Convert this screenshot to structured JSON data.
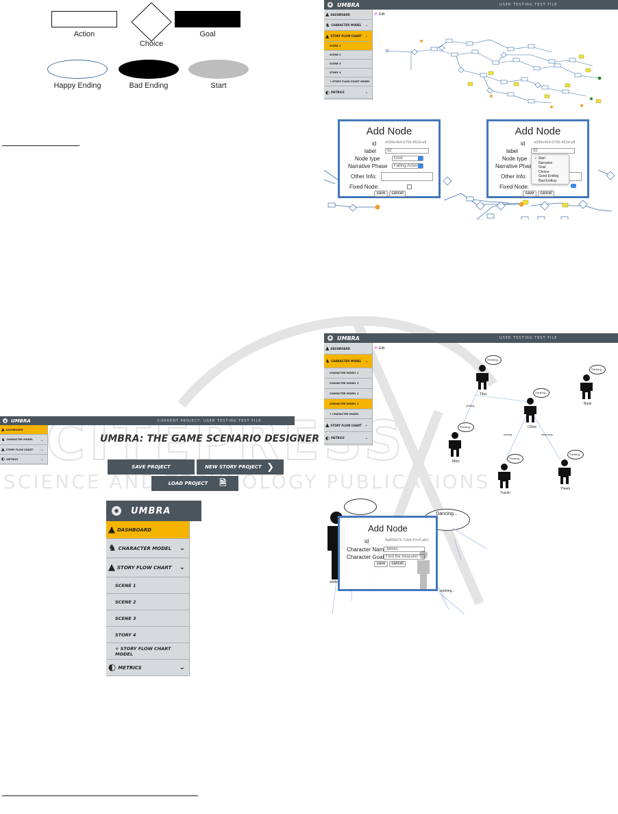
{
  "legend": {
    "action": "Action",
    "choice": "Choice",
    "goal": "Goal",
    "happy": "Happy Ending",
    "bad": "Bad Ending",
    "start": "Start"
  },
  "brand": "UMBRA",
  "colors": {
    "header": "#4b555d",
    "sidebar": "#d6dadd",
    "active": "#f5b400",
    "dialogBorder": "#4477bb"
  },
  "tr": {
    "title": "USER TESTING TEST FILE",
    "edit": "Edit",
    "sidebar": [
      "DASHBOARD",
      "CHARACTER MODEL",
      "STORY FLOW CHART",
      "SCENE 1",
      "SCENE 2",
      "SCENE 3",
      "STORY 4",
      "+ STORY FLOW CHART MODEL",
      "METRICS"
    ],
    "dialogs": [
      {
        "title": "Add Node",
        "id_label": "id",
        "id_value": "e099e464-6756-452d-afl",
        "label_label": "label",
        "label_value": "92",
        "type_label": "Node type",
        "type_value": "Goal",
        "phase_label": "Narrative Phase",
        "phase_value": "Falling Action",
        "other_label": "Other Info:",
        "fixed_label": "Fixed Node:",
        "save": "save",
        "cancel": "cancel"
      },
      {
        "title": "Add Node",
        "id_label": "id",
        "id_value": "e099e464-6756-452d-afl",
        "label_label": "label",
        "label_value": "92",
        "type_label": "Node type",
        "phase_label": "Narrative Phase",
        "other_label": "Other Info:",
        "fixed_label": "Fixed Node:",
        "save": "save",
        "cancel": "cancel",
        "options": [
          "Start",
          "Narrative",
          "Goal",
          "Choice",
          "Good Ending",
          "Bad Ending"
        ]
      }
    ]
  },
  "dash": {
    "current": "CURRENT PROJECT: USER TESTING TEST FILE",
    "heading": "UMBRA: THE GAME SCENARIO DESIGNER",
    "sidebar": [
      "DASHBOARD",
      "CHARACTER MODEL",
      "STORY FLOW CHART",
      "METRICS"
    ],
    "save": "SAVE PROJECT",
    "newp": "NEW STORY PROJECT",
    "load": "LOAD PROJECT"
  },
  "menu": {
    "items": [
      "DASHBOARD",
      "CHARACTER MODEL",
      "STORY FLOW CHART",
      "SCENE 1",
      "SCENE 2",
      "SCENE 3",
      "STORY 4",
      "+ STORY FLOW CHART MODEL",
      "METRICS"
    ]
  },
  "cm": {
    "title": "USER TESTING TEST FILE",
    "edit": "Edit",
    "sidebar": [
      "DASHBOARD",
      "CHARACTER MODEL",
      "CHARACTER MODEL 1",
      "CHARACTER MODEL 3",
      "CHARACTER MODEL 4",
      "CHARACTER MODEL 5",
      "+ CHARACTER MODEL",
      "STORY FLOW CHART",
      "METRICS"
    ],
    "chars": [
      {
        "name": "Titus",
        "bubble": "Thinking..."
      },
      {
        "name": "Chloe",
        "bubble": "Thinking..."
      },
      {
        "name": "Bumi",
        "bubble": "Thinking..."
      },
      {
        "name": "Mary",
        "bubble": "Thinking..."
      },
      {
        "name": "Yuzuki",
        "bubble": "Thinking..."
      },
      {
        "name": "Yheeli",
        "bubble": "Thinking..."
      }
    ],
    "edges": [
      "working...",
      "working...",
      "discussing..."
    ],
    "dialog": {
      "title": "Add Node",
      "id_label": "id",
      "id_value": "4a89b875-7cb9-47e9-abC",
      "name_label": "Character Name",
      "name_value": "James",
      "goals_label": "Character Goals",
      "goals_value": "Find the treasure!",
      "save": "save",
      "cancel": "cancel"
    },
    "big_bubble": "Dancing...",
    "working1": "working...",
    "working2": "working..."
  }
}
